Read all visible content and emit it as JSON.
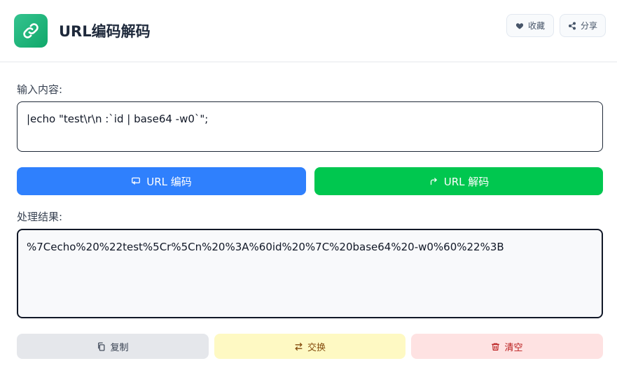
{
  "header": {
    "title": "URL编码解码",
    "favorite_label": "收藏",
    "share_label": "分享"
  },
  "input": {
    "label": "输入内容:",
    "value": "|echo \"test\\r\\n :`id | base64 -w0`\";"
  },
  "actions": {
    "encode_label": "URL 编码",
    "decode_label": "URL 解码"
  },
  "output": {
    "label": "处理结果:",
    "value": "%7Cecho%20%22test%5Cr%5Cn%20%3A%60id%20%7C%20base64%20-w0%60%22%3B"
  },
  "footer": {
    "copy_label": "复制",
    "swap_label": "交换",
    "clear_label": "清空"
  },
  "colors": {
    "encode": "#2f80fd",
    "decode": "#00c74f",
    "logo": "#10a86a"
  },
  "icons": {
    "logo": "link-icon",
    "favorite": "heart-icon",
    "share": "share-icon",
    "encode": "encode-icon",
    "decode": "decode-icon",
    "copy": "copy-icon",
    "swap": "swap-icon",
    "clear": "trash-icon"
  }
}
